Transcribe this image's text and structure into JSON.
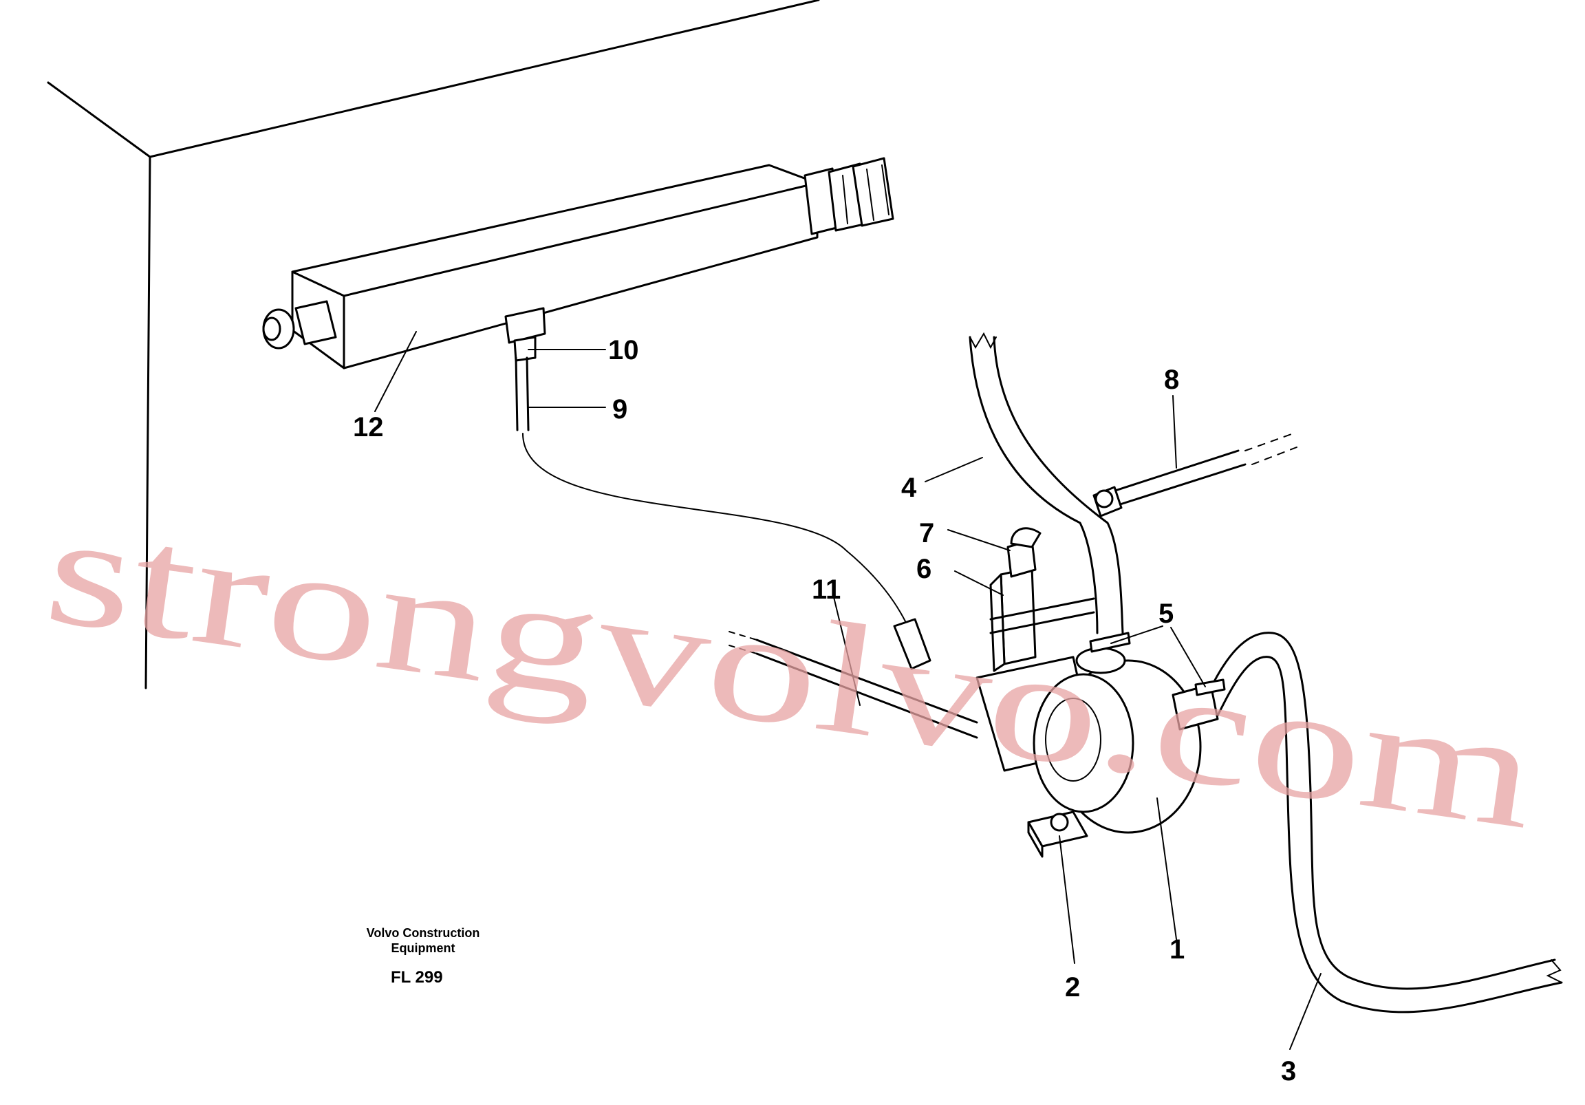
{
  "callouts": [
    {
      "id": "1",
      "label": "1"
    },
    {
      "id": "2",
      "label": "2"
    },
    {
      "id": "3",
      "label": "3"
    },
    {
      "id": "4",
      "label": "4"
    },
    {
      "id": "5",
      "label": "5"
    },
    {
      "id": "6",
      "label": "6"
    },
    {
      "id": "7",
      "label": "7"
    },
    {
      "id": "8",
      "label": "8"
    },
    {
      "id": "9",
      "label": "9"
    },
    {
      "id": "10",
      "label": "10"
    },
    {
      "id": "11",
      "label": "11"
    },
    {
      "id": "12",
      "label": "12"
    }
  ],
  "caption": {
    "line1": "Volvo Construction",
    "line2": "Equipment",
    "code": "FL 299"
  },
  "watermark": "strongvolvo.com",
  "colors": {
    "ink": "#000000",
    "watermark": "#e8a3a3",
    "background": "#ffffff"
  }
}
